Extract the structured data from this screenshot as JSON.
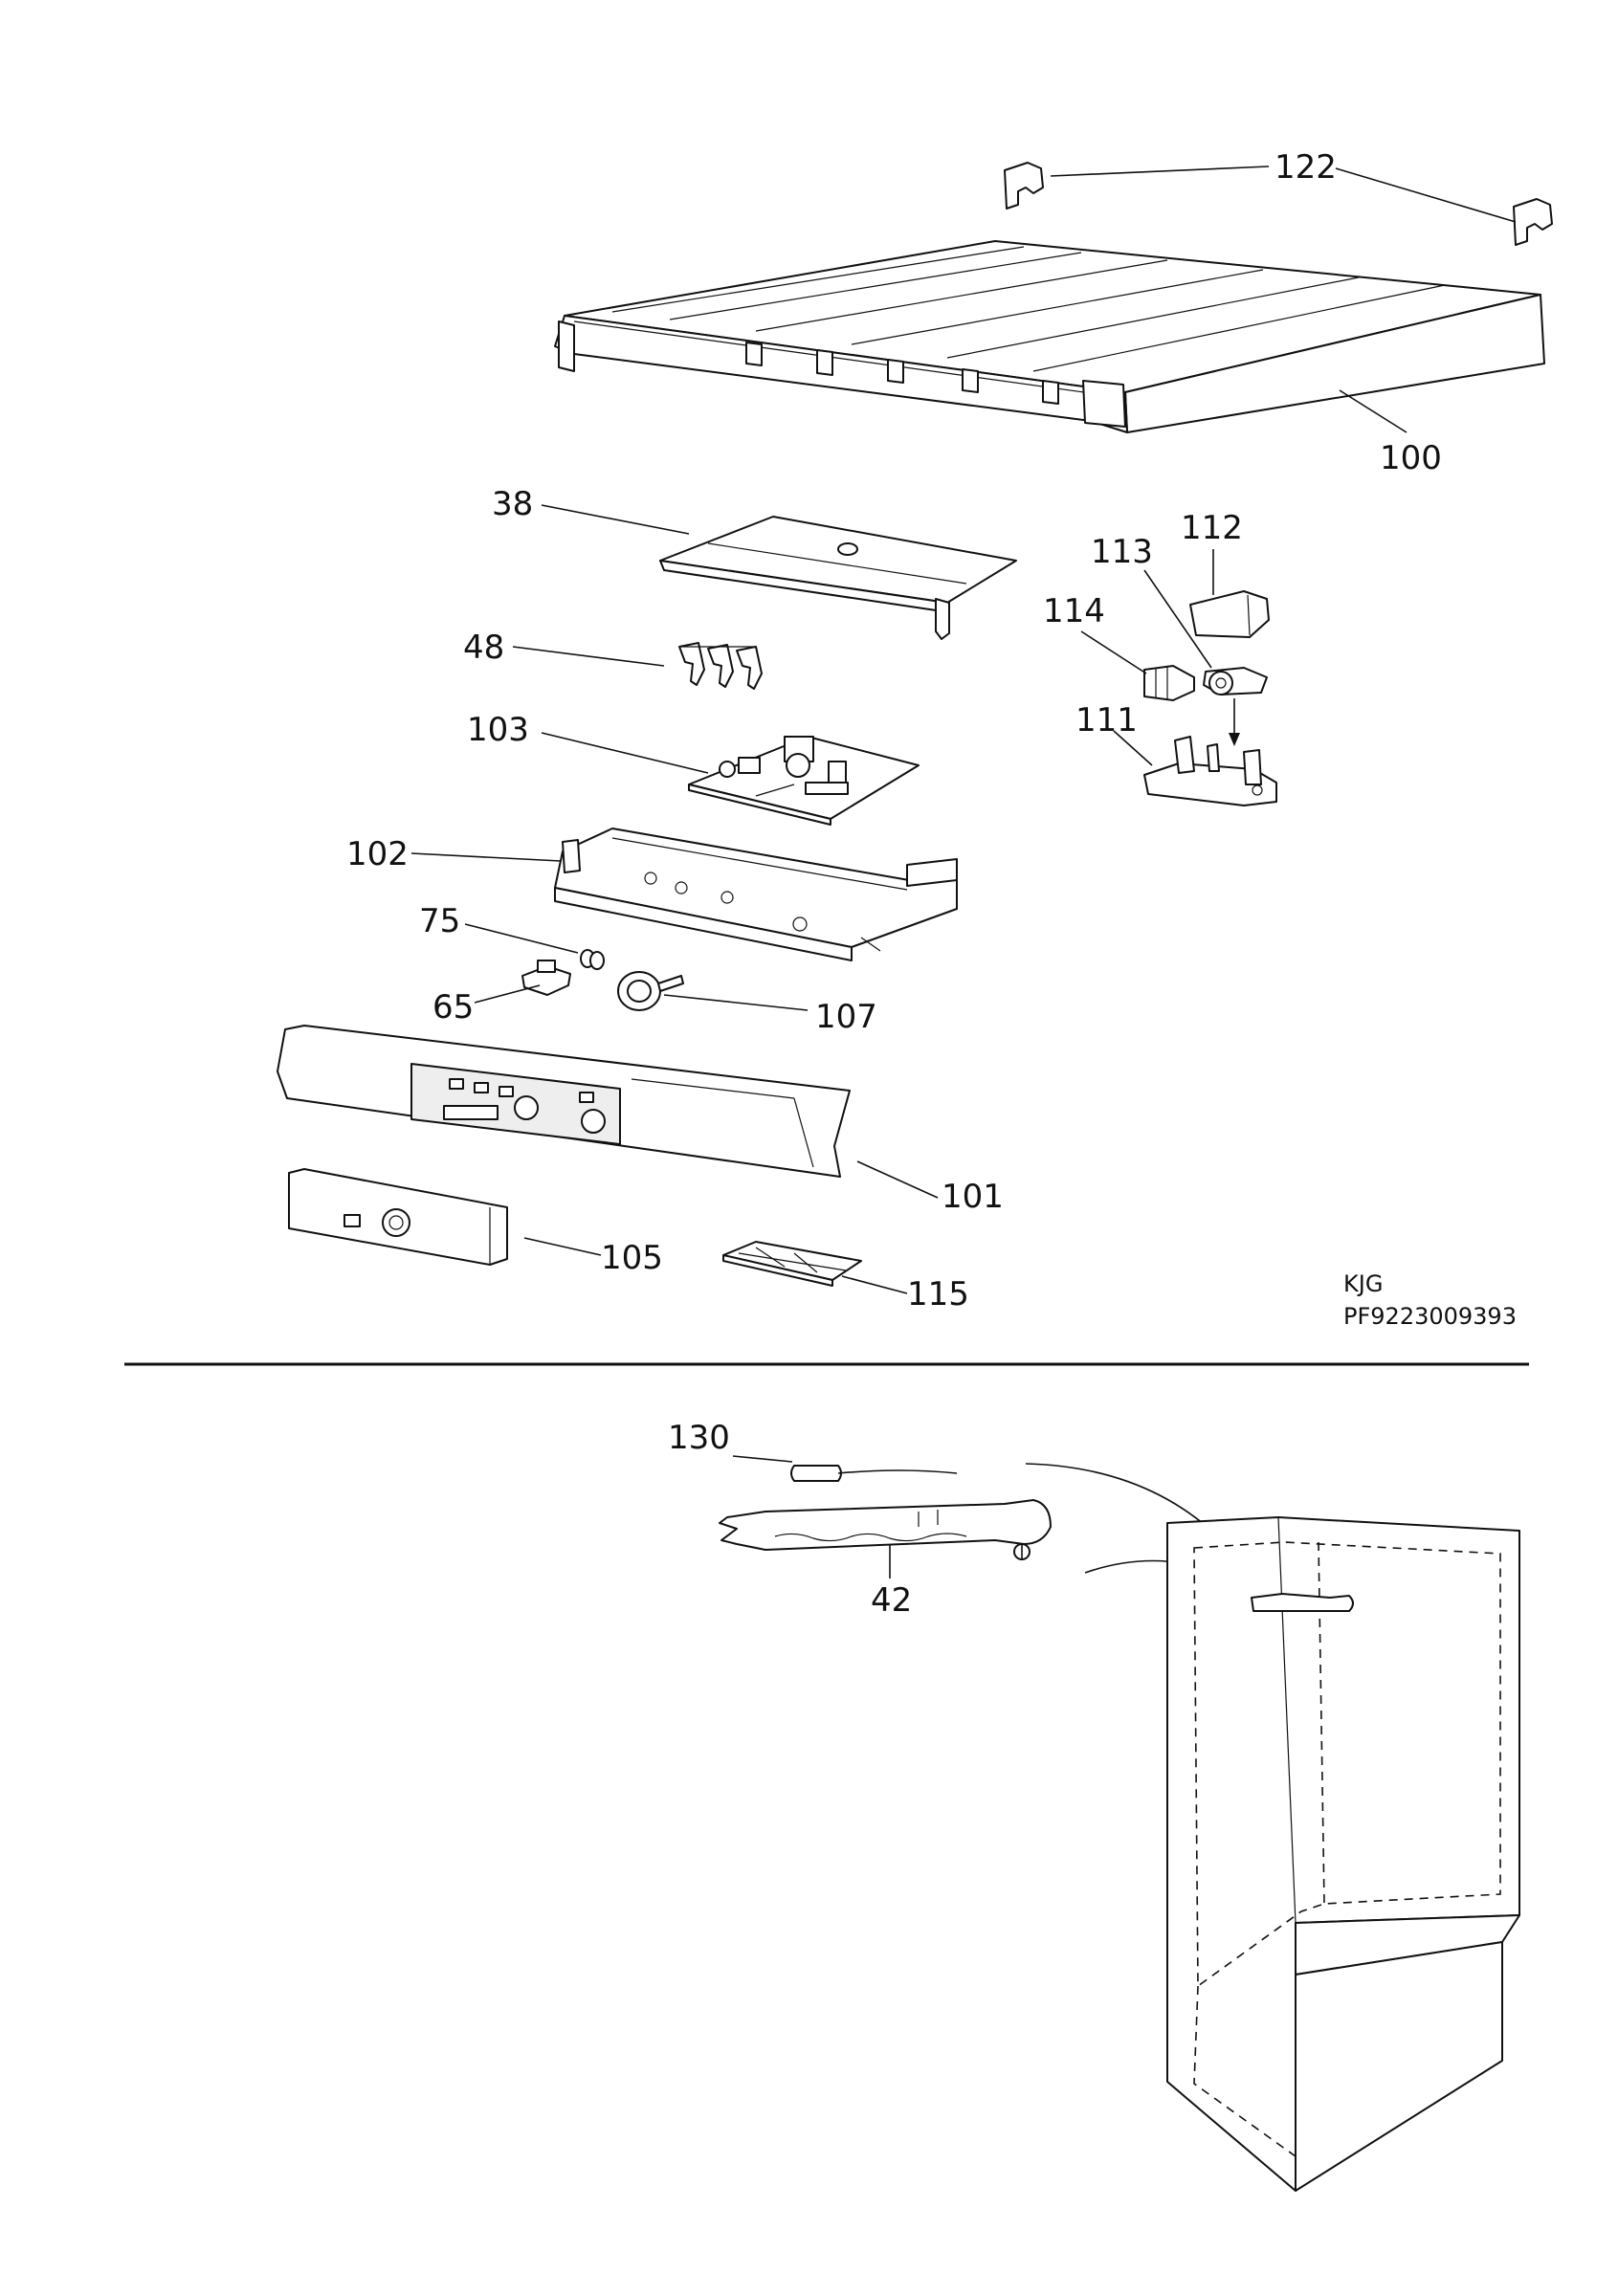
{
  "callouts": {
    "c122": "122",
    "c100": "100",
    "c38": "38",
    "c112": "112",
    "c113": "113",
    "c114": "114",
    "c48": "48",
    "c111": "111",
    "c103": "103",
    "c102": "102",
    "c75": "75",
    "c65": "65",
    "c107": "107",
    "c101": "101",
    "c105": "105",
    "c115": "115",
    "c130": "130",
    "c42": "42"
  },
  "doc_code": {
    "line1": "KJG",
    "line2": "PF9223009393"
  }
}
